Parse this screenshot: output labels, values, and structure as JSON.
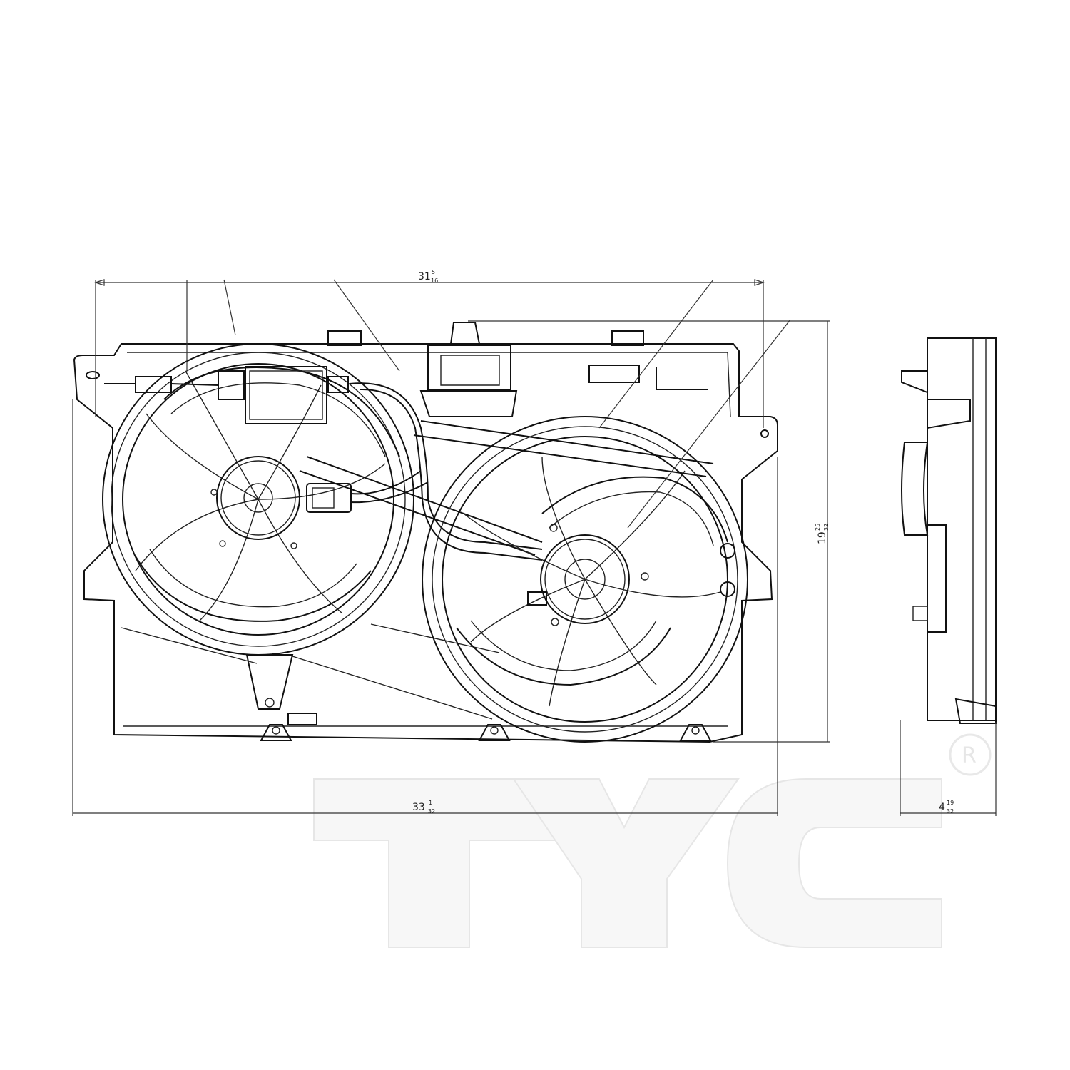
{
  "drawing": {
    "dimensions": {
      "top_width": {
        "whole": "31",
        "num": "5",
        "den": "16"
      },
      "overall_width": {
        "whole": "33",
        "num": "1",
        "den": "32"
      },
      "height": {
        "whole": "19",
        "num": "25",
        "den": "32"
      },
      "depth": {
        "whole": "4",
        "num": "19",
        "den": "32"
      }
    },
    "watermark": {
      "logo_text": "TYC",
      "registered_mark": "R"
    }
  }
}
